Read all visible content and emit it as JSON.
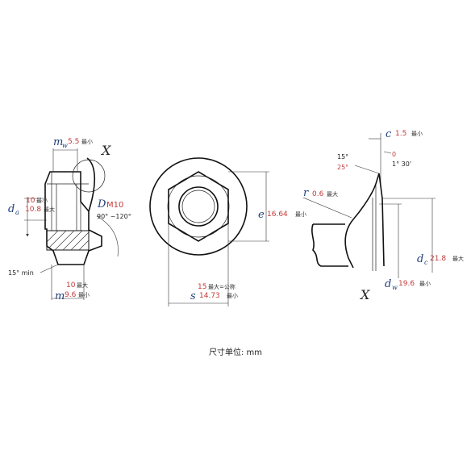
{
  "labels": {
    "mw": {
      "symbol": "m",
      "sub": "w",
      "value": "5.5",
      "qual": "最小"
    },
    "x_mark": "X",
    "da": {
      "symbol": "d",
      "sub": "a",
      "v1": "10",
      "q1": "最小",
      "v2": "10.8",
      "q2": "最大"
    },
    "D": {
      "symbol": "D",
      "value": "M10"
    },
    "angle_countersink": "90° ~120°",
    "angle_bottom": "15° min",
    "m": {
      "symbol": "m",
      "v1": "10",
      "q1": "最大",
      "v2": "9.6",
      "q2": "最小"
    },
    "s": {
      "symbol": "s",
      "v1": "15",
      "q1": "最大=公称",
      "v2": "14.73",
      "q2": "最小"
    },
    "e": {
      "symbol": "e",
      "value": "16.64",
      "qual": "最小"
    },
    "c": {
      "symbol": "c",
      "value": "1.5",
      "qual": "最小"
    },
    "angle_15": "15°",
    "angle_25": "25°",
    "angle_0": "0",
    "angle_1_30": "1° 30'",
    "r": {
      "symbol": "r",
      "value": "0.6",
      "qual": "最大"
    },
    "dc": {
      "symbol": "d",
      "sub": "c",
      "value": "21.8",
      "qual": "最大"
    },
    "dw": {
      "symbol": "d",
      "sub": "w",
      "value": "19.6",
      "qual": "最小"
    },
    "detail_x": "X"
  },
  "caption": "尺寸单位: mm"
}
